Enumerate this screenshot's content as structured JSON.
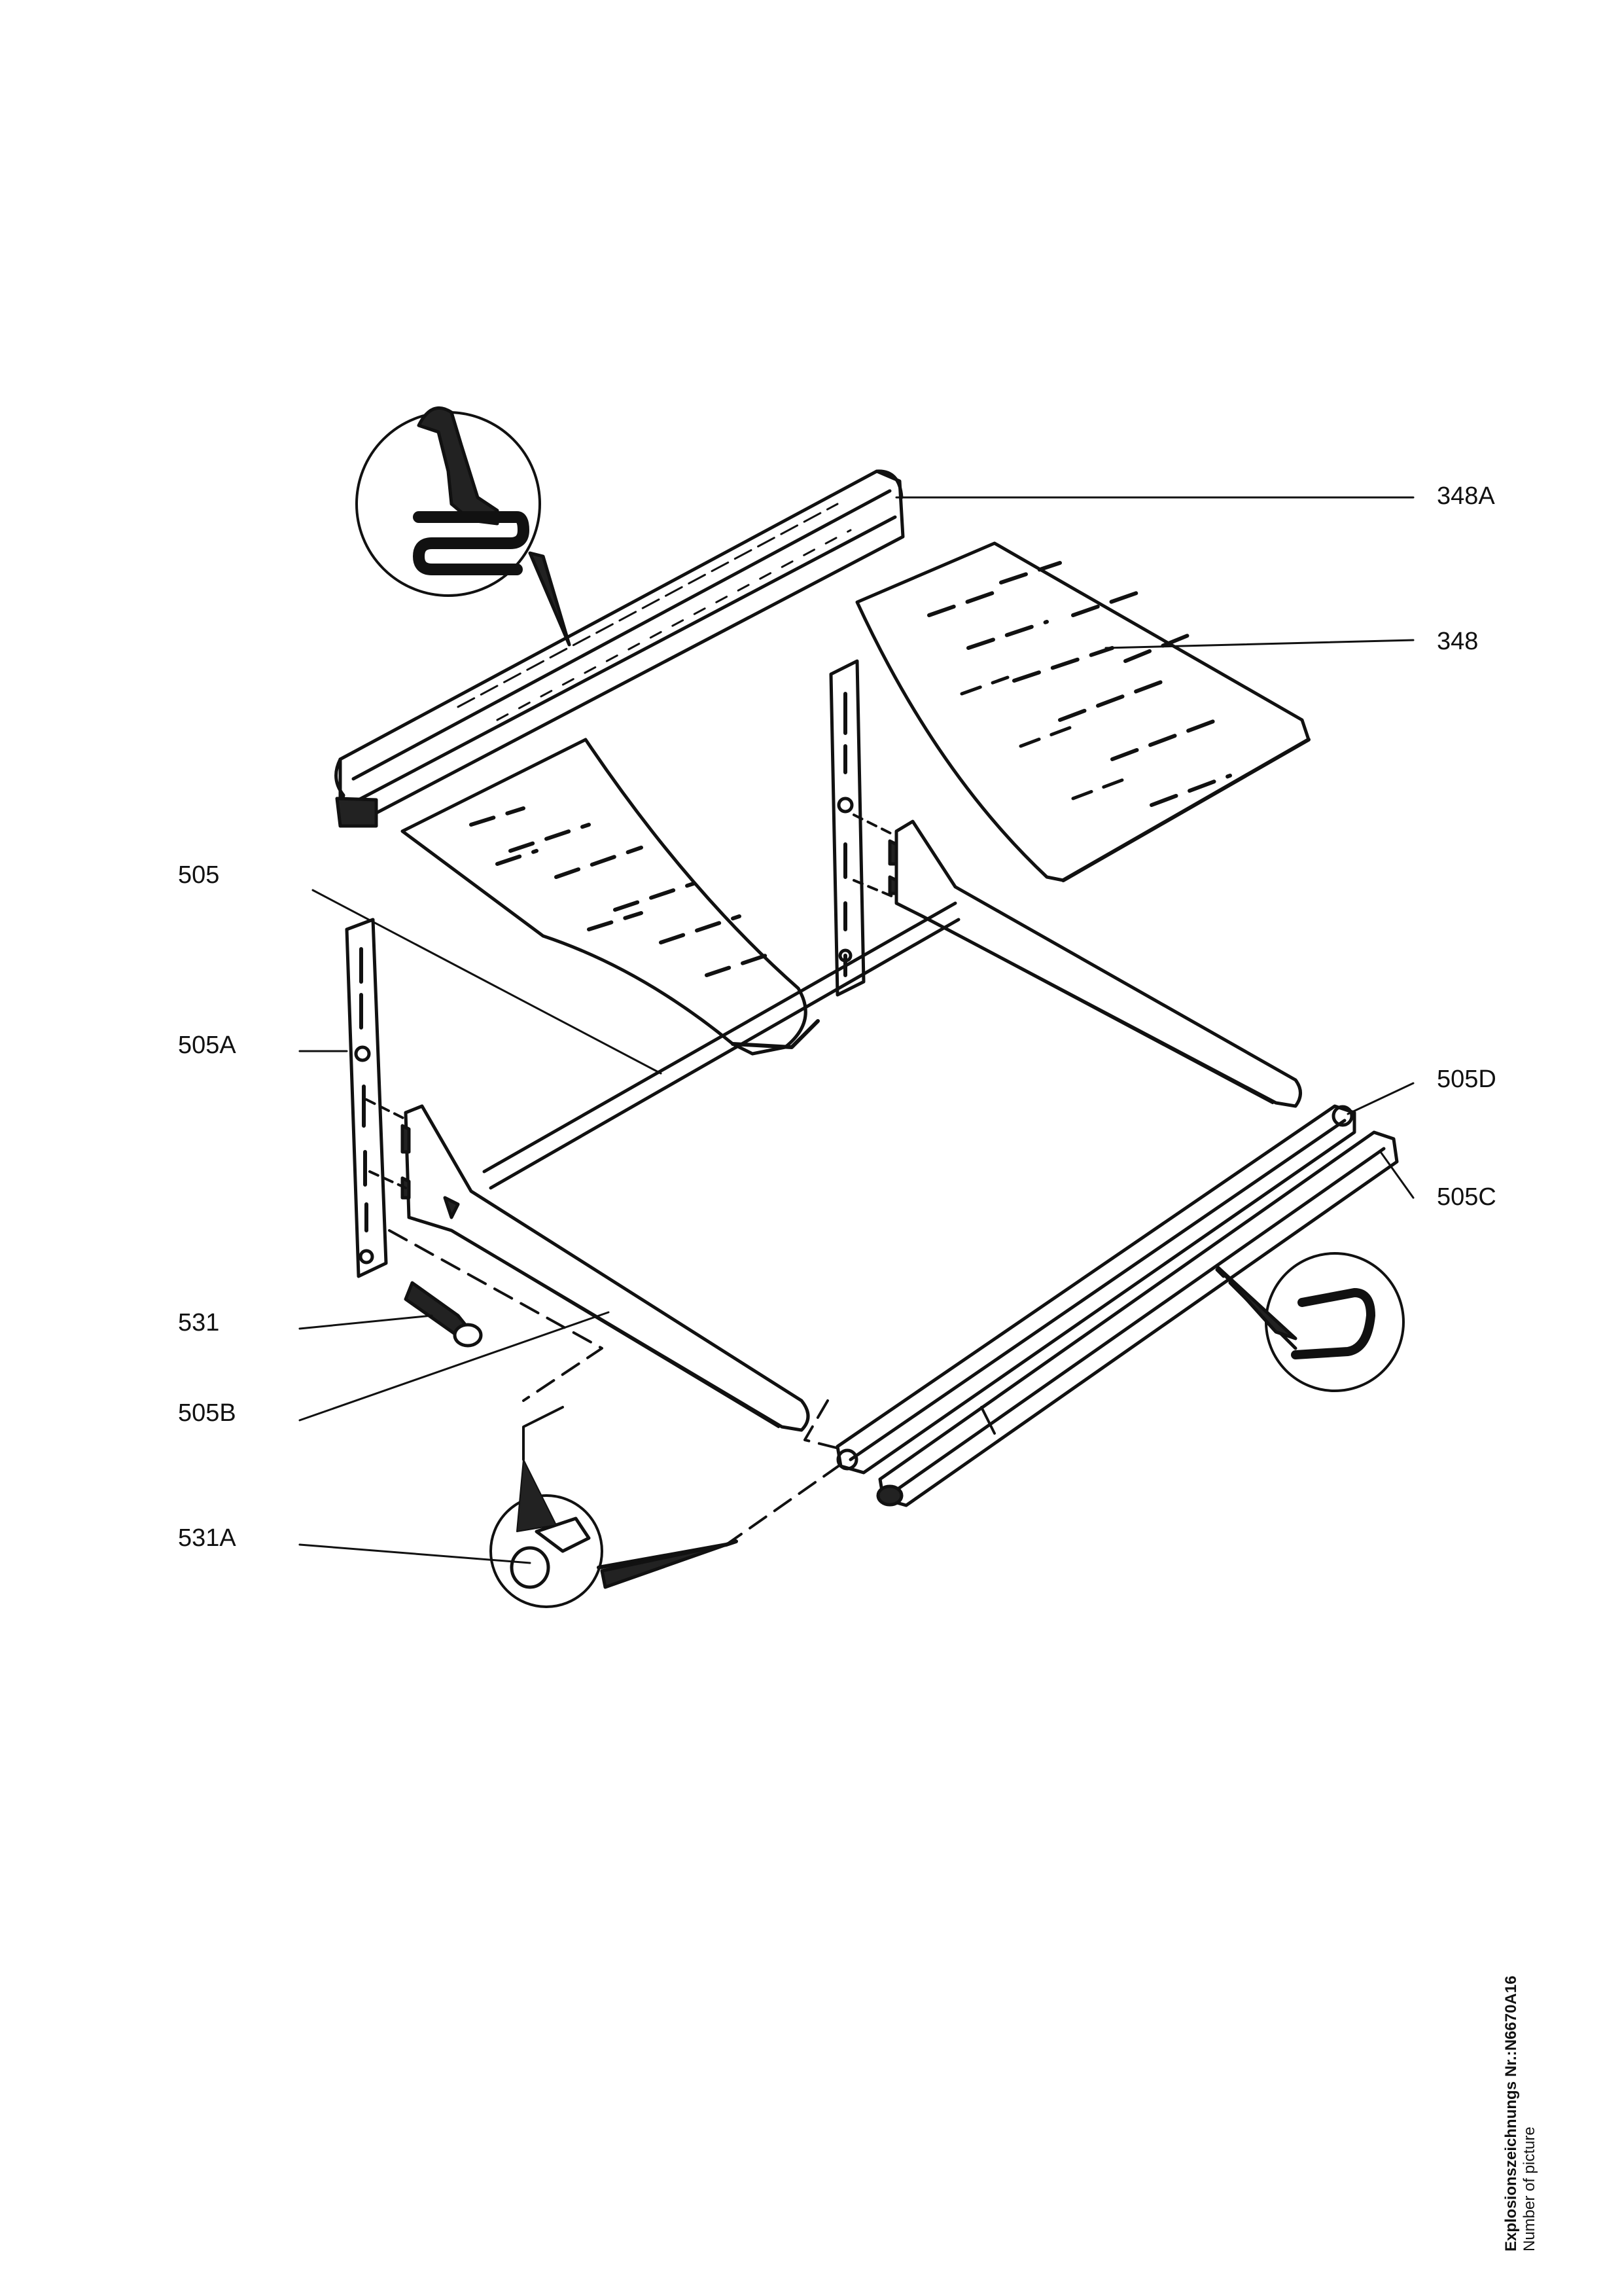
{
  "labels": {
    "p348a": "348A",
    "p348": "348",
    "p505": "505",
    "p505a": "505A",
    "p505d": "505D",
    "p505c": "505C",
    "p531": "531",
    "p505b": "505B",
    "p531a": "531A"
  },
  "footer": {
    "drawing_number": "Explosionszeichnungs Nr.:N6670A16",
    "caption": "Number of picture"
  },
  "colors": {
    "ink": "#111111",
    "paper": "#ffffff"
  }
}
